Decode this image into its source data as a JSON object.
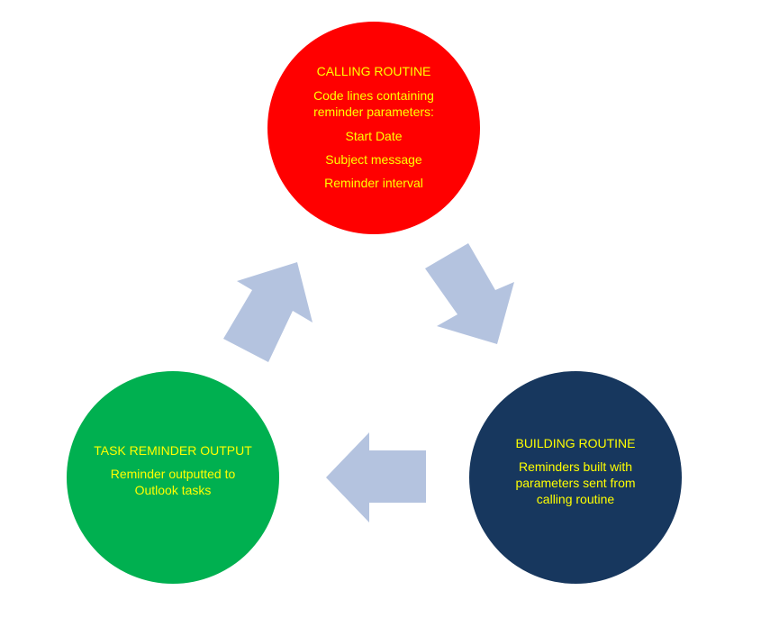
{
  "nodes": {
    "calling": {
      "title": "CALLING ROUTINE",
      "lines": [
        "Code lines containing",
        "reminder  parameters:",
        "Start Date",
        "Subject message",
        "Reminder interval"
      ],
      "color": "#ff0000"
    },
    "building": {
      "title": "BUILDING ROUTINE",
      "lines": [
        "Reminders built with",
        "parameters sent from",
        "calling routine"
      ],
      "color": "#17375e"
    },
    "task": {
      "title": "TASK REMINDER OUTPUT",
      "lines": [
        "Reminder outputted to",
        "Outlook tasks"
      ],
      "color": "#00b050"
    }
  },
  "colors": {
    "text": "#ffff00",
    "arrow": "#b4c3df"
  }
}
